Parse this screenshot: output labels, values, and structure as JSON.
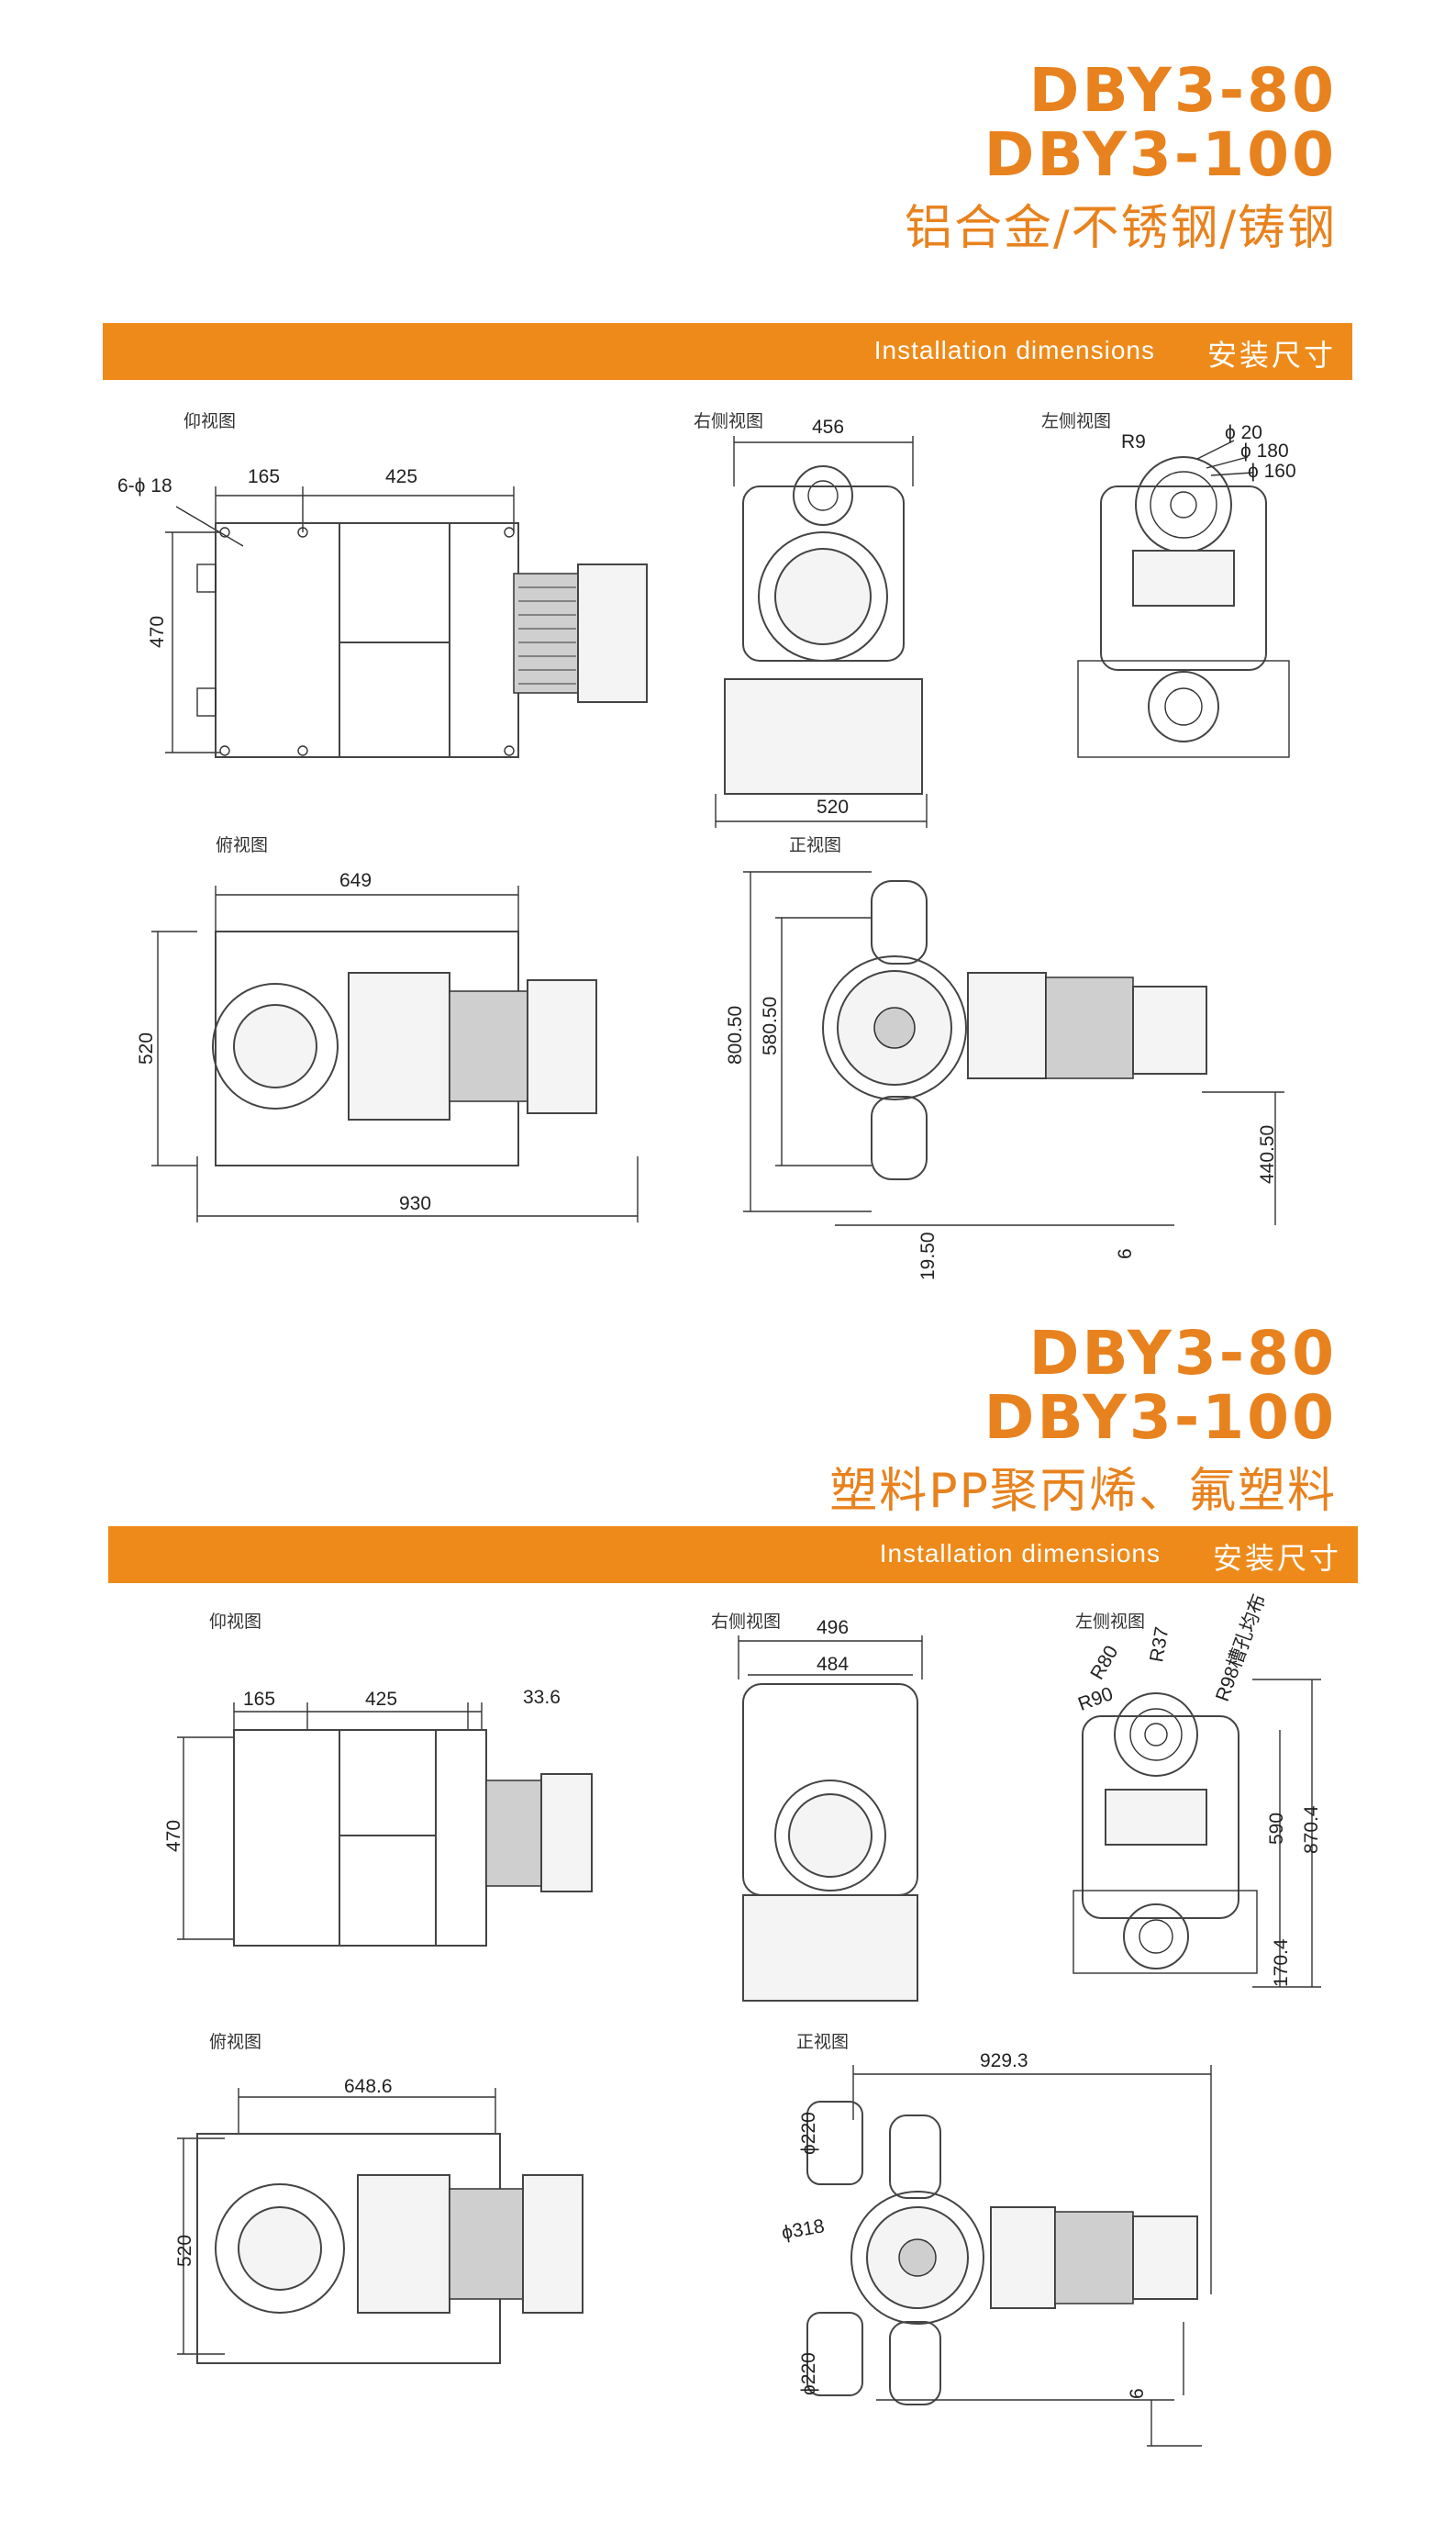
{
  "section1": {
    "model_a": "DBY3-80",
    "model_b": "DBY3-100",
    "material": "铝合金/不锈钢/铸钢",
    "bar_en": "Installation dimensions",
    "bar_cn": "安装尺寸",
    "views": {
      "bottom": "仰视图",
      "right": "右侧视图",
      "left": "左侧视图",
      "top": "俯视图",
      "front": "正视图"
    },
    "dims": {
      "holes": "6-ϕ 18",
      "d165": "165",
      "d425": "425",
      "d470": "470",
      "d456": "456",
      "d520b": "520",
      "r9": "R9",
      "p20": "ϕ 20",
      "p180": "ϕ 180",
      "p160": "ϕ 160",
      "d649": "649",
      "d520": "520",
      "d930": "930",
      "d800": "800.50",
      "d580": "580.50",
      "d440": "440.50",
      "d19": "19.50",
      "d6": "6"
    }
  },
  "section2": {
    "model_a": "DBY3-80",
    "model_b": "DBY3-100",
    "material": "塑料PP聚丙烯、氟塑料",
    "bar_en": "Installation dimensions",
    "bar_cn": "安装尺寸",
    "views": {
      "bottom": "仰视图",
      "right": "右侧视图",
      "left": "左侧视图",
      "top": "俯视图",
      "front": "正视图"
    },
    "dims": {
      "d165": "165",
      "d425": "425",
      "d336": "33.6",
      "d470": "470",
      "d496": "496",
      "d484": "484",
      "r80": "R80",
      "r37": "R37",
      "r90": "R90",
      "r98": "R98槽孔均布",
      "d590": "590",
      "d870": "870.4",
      "d170": "170.4",
      "d6486": "648.6",
      "d520": "520",
      "d9293": "929.3",
      "p220a": "ϕ220",
      "p318": "ϕ318",
      "p220b": "ϕ220",
      "d6": "6"
    }
  }
}
